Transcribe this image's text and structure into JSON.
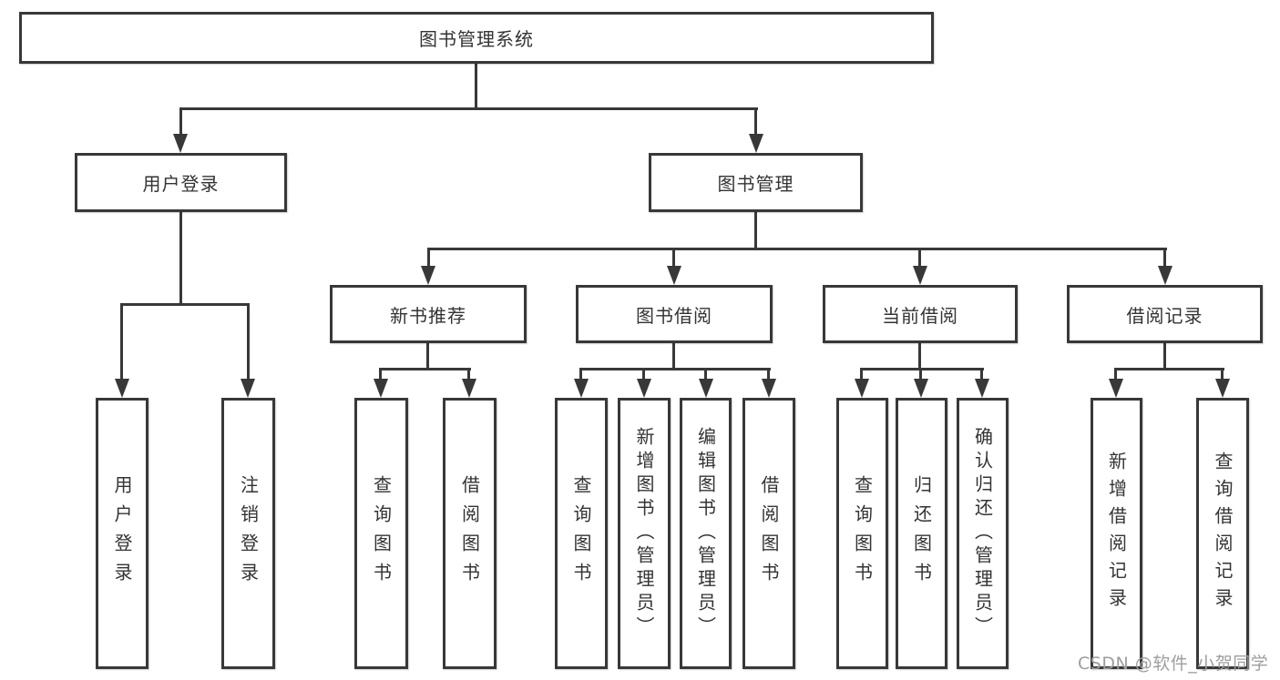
{
  "title": "图书管理系统",
  "level1": {
    "user_login": "用户登录",
    "book_mgmt": "图书管理"
  },
  "level2": {
    "new_books": "新书推荐",
    "book_borrow": "图书借阅",
    "current_borrow": "当前借阅",
    "borrow_records": "借阅记录"
  },
  "leaves": {
    "user_login": [
      "用户登录",
      "注销登录"
    ],
    "new_books": [
      "查询图书",
      "借阅图书"
    ],
    "book_borrow": [
      "查询图书",
      "新增图书（管理员）",
      "编辑图书（管理员）",
      "借阅图书"
    ],
    "current_borrow": [
      "查询图书",
      "归还图书",
      "确认归还（管理员）"
    ],
    "borrow_records": [
      "新增借阅记录",
      "查询借阅记录"
    ]
  },
  "watermark": "CSDN @软件_小贺同学",
  "colors": {
    "line": "#383838",
    "box_fill": "#ffffff",
    "text": "#333333",
    "watermark": "#9e9e9e"
  }
}
